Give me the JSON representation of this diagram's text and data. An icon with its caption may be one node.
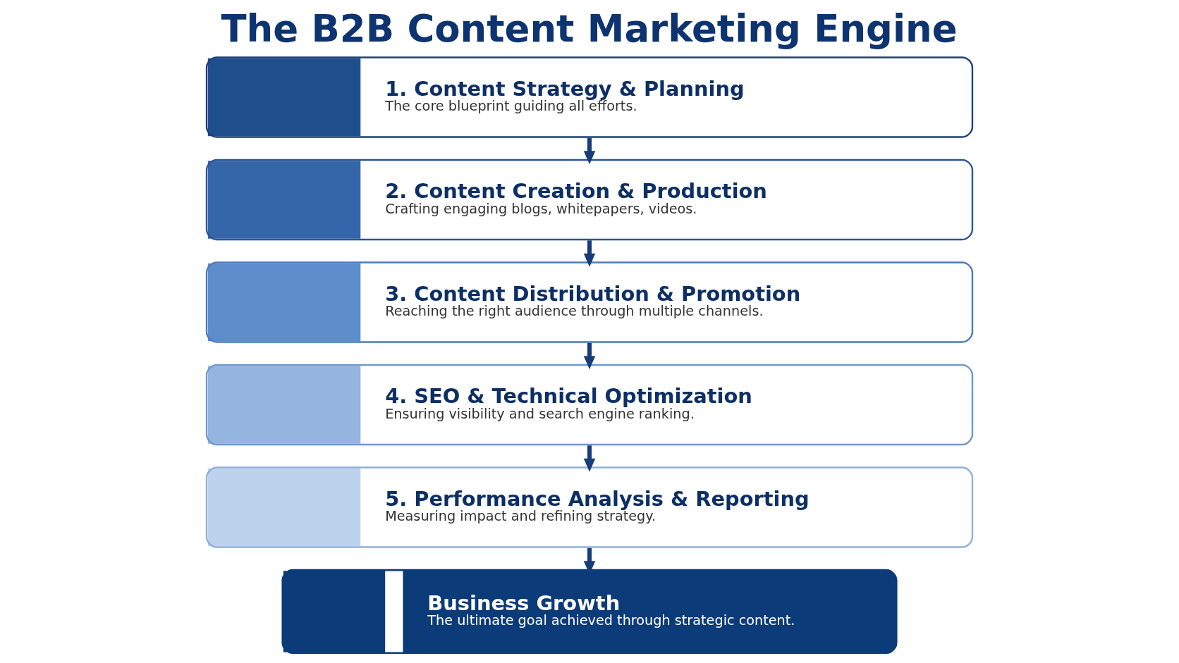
{
  "diagram": {
    "title": "The B2B Content Marketing Engine",
    "nodes": [
      {
        "text": [
          "1. Content Strategy & Planning",
          "The core blueprint guiding all efforts."
        ]
      },
      {
        "text": [
          "2. Content Creation & Production",
          "Crafting engaging blogs, whitepapers, videos."
        ]
      },
      {
        "text": [
          "3. Content Distribution & Promotion",
          "Reaching the right audience through multiple channels."
        ]
      },
      {
        "text": [
          "4. SEO & Technical Optimization",
          "Ensuring visibility and search engine ranking."
        ]
      },
      {
        "text": [
          "5. Performance Analysis & Reporting",
          "Measuring impact and refining strategy."
        ]
      },
      {
        "text": [
          "Business Growth",
          "The ultimate goal achieved through strategic content."
        ]
      }
    ],
    "edges": [
      {
        "from": 0,
        "to": 1,
        "arrow": "to"
      },
      {
        "from": 1,
        "to": 2,
        "arrow": "to"
      },
      {
        "from": 2,
        "to": 3,
        "arrow": "to"
      },
      {
        "from": 3,
        "to": 4,
        "arrow": "to"
      },
      {
        "from": 4,
        "to": 5,
        "arrow": "to"
      }
    ]
  }
}
